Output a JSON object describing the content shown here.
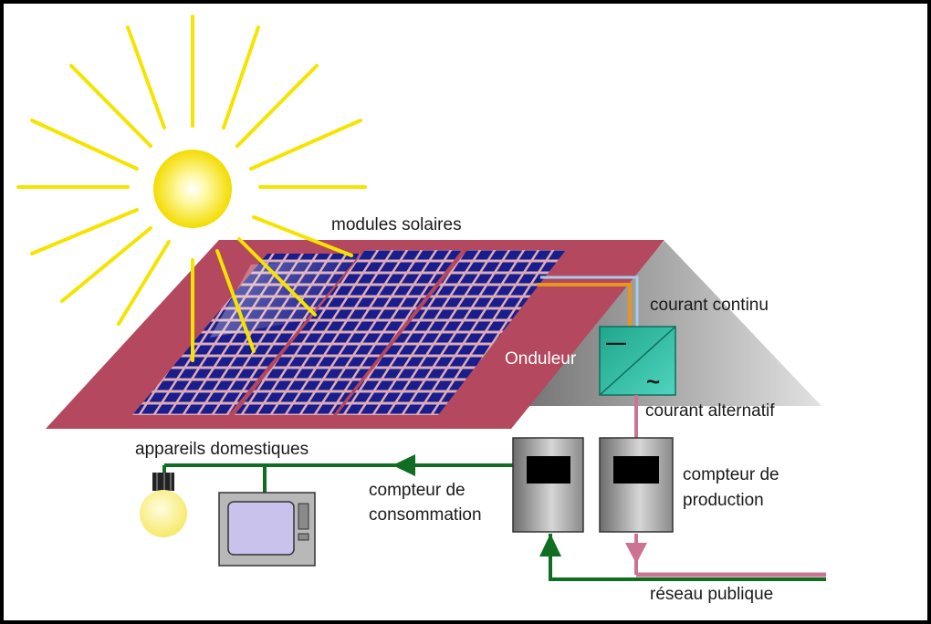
{
  "labels": {
    "modules_solaires": "modules solaires",
    "courant_continu": "courant continu",
    "onduleur": "Onduleur",
    "courant_alternatif": "courant alternatif",
    "appareils_domestiques": "appareils domestiques",
    "compteur_consommation_line1": "compteur de",
    "compteur_consommation_line2": "consommation",
    "compteur_production_line1": "compteur de",
    "compteur_production_line2": "production",
    "reseau_publique": "réseau publique"
  },
  "inverter_symbols": {
    "dc": "—",
    "ac": "~"
  },
  "colors": {
    "sun": "#f5e400",
    "roof": "#b3485e",
    "panel": "#1a1d8c",
    "house_wall": "#9c9c9c",
    "inverter": "#25b39a",
    "dc_cable": "#e6961e",
    "ac_cable": "#cc7393",
    "household_wire": "#0f6e22",
    "meter": "#8e8e8e",
    "frame": "#000000"
  }
}
